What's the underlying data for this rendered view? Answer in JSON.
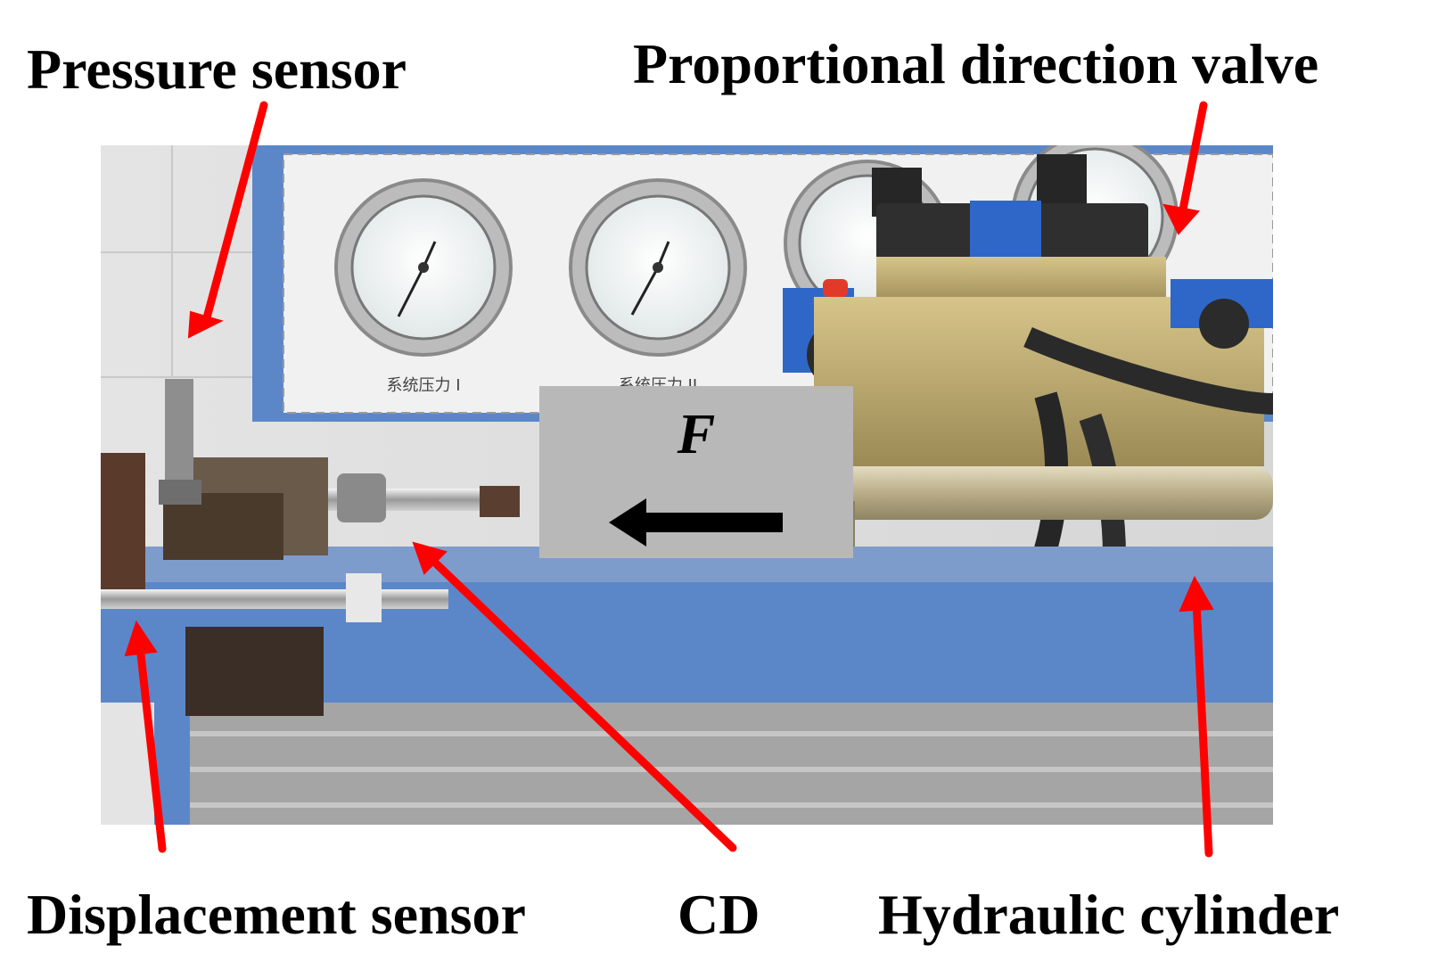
{
  "labels": {
    "pressure_sensor": "Pressure sensor",
    "proportional_direction_valve": "Proportional direction valve",
    "displacement_sensor": "Displacement sensor",
    "cd": "CD",
    "hydraulic_cylinder": "Hydraulic cylinder"
  },
  "photo": {
    "force_label": "F",
    "gauge_1_label": "系统压力 I",
    "gauge_2_label": "系统压力 II"
  },
  "colors": {
    "callout_arrow": "#ff0000",
    "force_box": "#b8b8b8",
    "rig_frame": "#5b87c9",
    "valve_body": "#b8a468"
  }
}
